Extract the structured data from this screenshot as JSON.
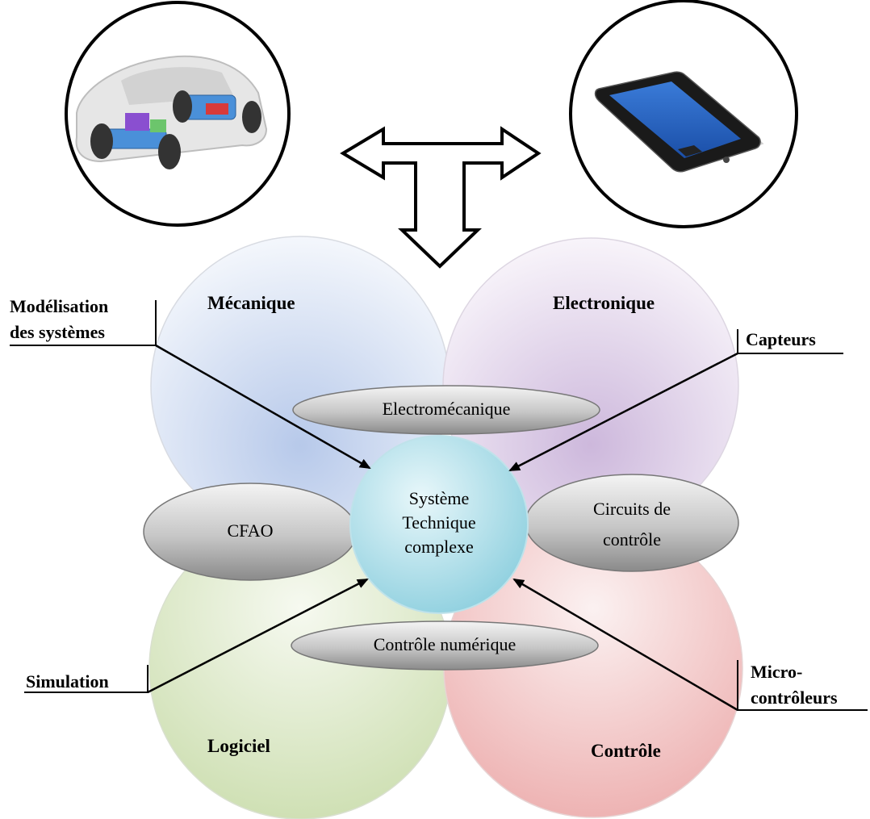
{
  "domains": {
    "top_left": "Mécanique",
    "top_right": "Electronique",
    "bottom_left": "Logiciel",
    "bottom_right": "Contrôle"
  },
  "overlaps": {
    "top": "Electromécanique",
    "left": "CFAO",
    "right_line1": "Circuits de",
    "right_line2": "contrôle",
    "bottom": "Contrôle numérique"
  },
  "center": {
    "line1": "Système",
    "line2": "Technique",
    "line3": "complexe"
  },
  "callouts": {
    "modelisation_line1": "Modélisation",
    "modelisation_line2": "des systèmes",
    "capteurs": "Capteurs",
    "simulation": "Simulation",
    "micro_line1": "Micro-",
    "micro_line2": "contrôleurs"
  },
  "colors": {
    "mecanique": "#c9d7ee",
    "electronique": "#ddd0e6",
    "logiciel": "#dbe8c6",
    "controle": "#f2c9c9",
    "center": "#a9dbe6",
    "overlap_ellipse": "#b8b8b8"
  },
  "images": {
    "left": "electric-car-illustration",
    "right": "smartphone-illustration"
  }
}
